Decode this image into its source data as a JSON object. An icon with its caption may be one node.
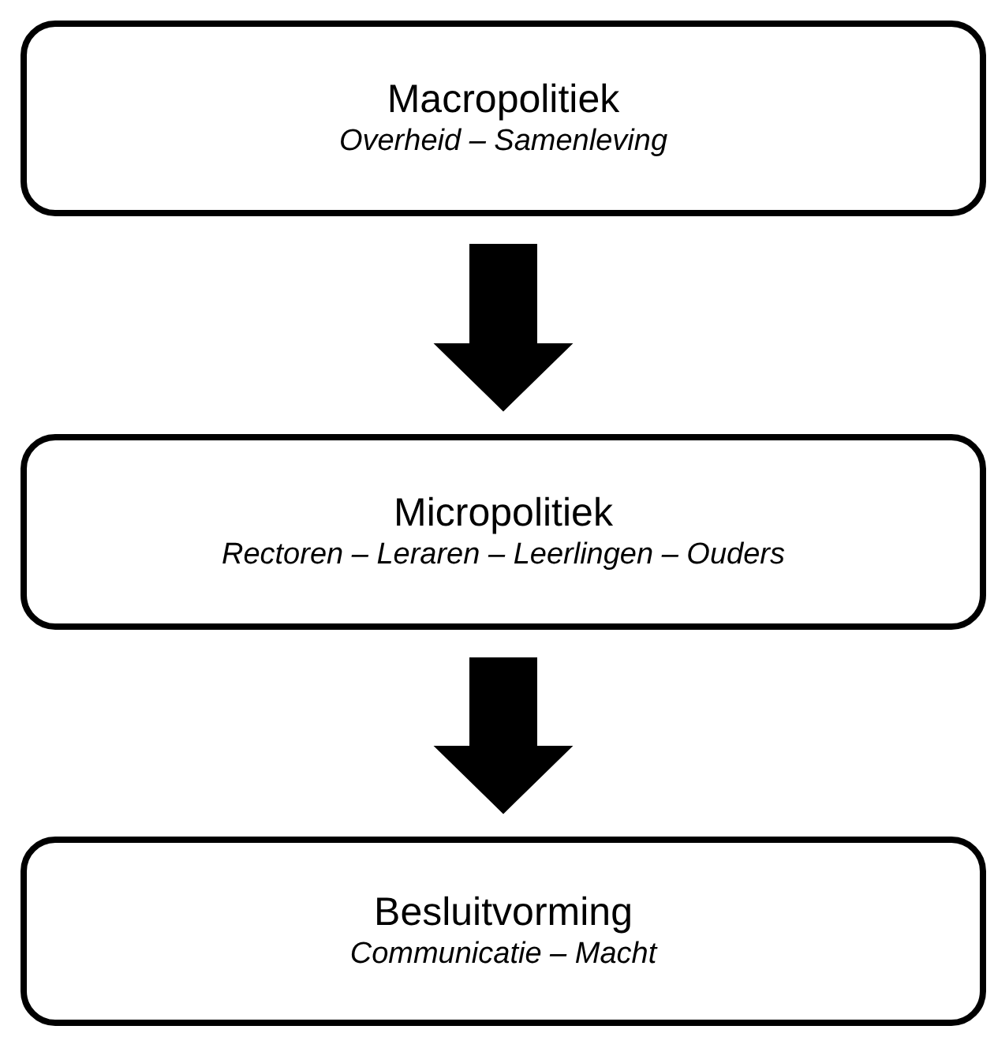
{
  "diagram": {
    "nodes": [
      {
        "text": [
          "Macropolitiek",
          "Overheid – Samenleving"
        ]
      },
      {
        "text": [
          "Micropolitiek",
          "Rectoren – Leraren – Leerlingen – Ouders"
        ]
      },
      {
        "text": [
          "Besluitvorming",
          "Communicatie – Macht"
        ]
      }
    ],
    "edges": [
      {
        "from": 0,
        "to": 1,
        "arrow": "to"
      },
      {
        "from": 1,
        "to": 2,
        "arrow": "to"
      }
    ]
  }
}
